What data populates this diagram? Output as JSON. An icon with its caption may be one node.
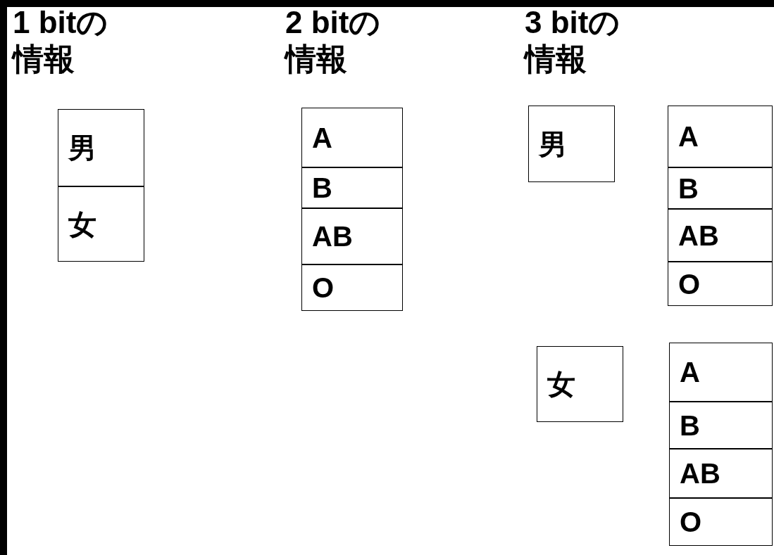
{
  "diagram": {
    "nodes": [
      {
        "text": [
          "男"
        ]
      },
      {
        "text": [
          "女"
        ]
      },
      {
        "text": [
          "A"
        ]
      },
      {
        "text": [
          "B"
        ]
      },
      {
        "text": [
          "AB"
        ]
      },
      {
        "text": [
          "O"
        ]
      },
      {
        "text": [
          "男"
        ]
      },
      {
        "text": [
          "A"
        ]
      },
      {
        "text": [
          "B"
        ]
      },
      {
        "text": [
          "AB"
        ]
      },
      {
        "text": [
          "O"
        ]
      },
      {
        "text": [
          "女"
        ]
      },
      {
        "text": [
          "A"
        ]
      },
      {
        "text": [
          "B"
        ]
      },
      {
        "text": [
          "AB"
        ]
      },
      {
        "text": [
          "O"
        ]
      }
    ],
    "labels": [
      "1 bitの情報",
      "2 bitの情報",
      "3 bitの情報"
    ]
  }
}
